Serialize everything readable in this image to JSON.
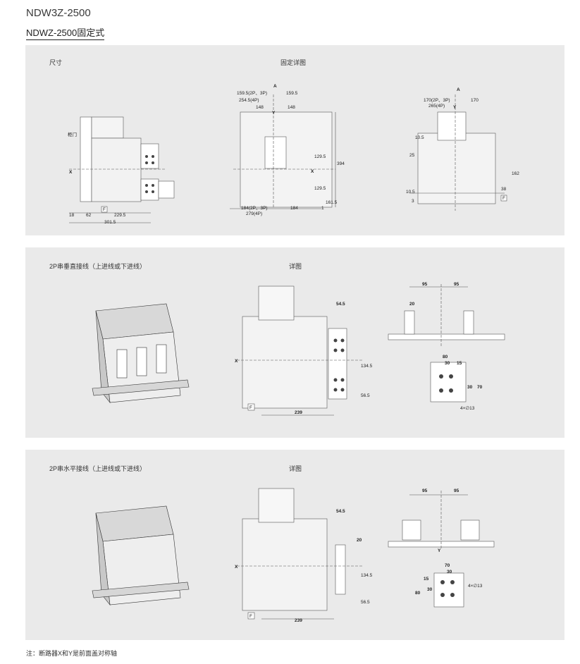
{
  "header": {
    "title": "NDW3Z-2500",
    "subtitle": "NDWZ-2500固定式"
  },
  "panels": [
    {
      "label_left": "尺寸",
      "label_center": "固定详图",
      "fig1": {
        "door": "柜门",
        "x": "X",
        "d1": "18",
        "d2": "62",
        "d3": "229.5",
        "d4": "301.5",
        "f": "F"
      },
      "fig2": {
        "a": "A",
        "d1": "159.5(2P、3P)",
        "d2": "254.5(4P)",
        "d3": "159.5",
        "d4": "148",
        "d5": "148",
        "y": "Y",
        "d6": "129.5",
        "d7": "129.5",
        "d8": "161.5",
        "d9": "394",
        "x": "X",
        "d10": "184(2P、3P)",
        "d11": "279(4P)",
        "d12": "184",
        "d13": "1"
      },
      "fig3": {
        "a": "A",
        "d1": "170(2P、3P)",
        "d2": "265(4P)",
        "d3": "170",
        "y": "Y",
        "d4": "10.5",
        "d5": "25",
        "d6": "162",
        "d7": "38",
        "d8": "10.5",
        "d9": "3",
        "f": "F"
      }
    },
    {
      "label_left": "2P串垂直接线（上进线或下进线）",
      "label_center": "详图",
      "side": {
        "d1": "54.5",
        "x": "X",
        "d2": "134.5",
        "d3": "56.5",
        "d4": "239",
        "f": "F"
      },
      "top": {
        "d1": "95",
        "d2": "95",
        "d3": "20"
      },
      "hole": {
        "d1": "80",
        "d2": "30",
        "d3": "15",
        "d4": "30",
        "d5": "70",
        "d6": "4×∅13"
      }
    },
    {
      "label_left": "2P串水平接线（上进线或下进线）",
      "label_center": "详图",
      "side": {
        "d1": "54.5",
        "d5": "20",
        "x": "X",
        "d2": "134.5",
        "d3": "56.5",
        "d4": "239",
        "f": "F"
      },
      "top": {
        "d1": "95",
        "d2": "95",
        "y": "Y"
      },
      "hole": {
        "d1": "70",
        "d2": "30",
        "d3": "15",
        "d4": "30",
        "d5": "80",
        "d6": "4×∅13"
      }
    }
  ],
  "footer": {
    "note": "注：断路器X和Y是前面盖对称轴"
  }
}
